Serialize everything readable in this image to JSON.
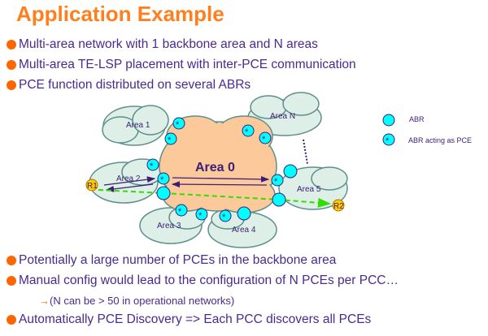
{
  "title": "Application Example",
  "top_bullets": [
    "Multi-area network with 1 backbone area and N areas",
    "Multi-area TE-LSP placement with inter-PCE communication",
    "PCE function distributed on several ABRs"
  ],
  "diagram": {
    "backbone": "Area 0",
    "areas": [
      "Area 1",
      "Area N",
      "Area 2",
      "Area 5",
      "Area 3",
      "Area 4"
    ],
    "routers": [
      "R1",
      "R2"
    ],
    "legend": {
      "abr": "ABR",
      "abr_pce": "ABR acting as PCE"
    },
    "abr_symbol": "*",
    "colors": {
      "abr": "#00ffff",
      "backbone": "#fcc99a",
      "area": "#ddefe6",
      "path": "#33dd00",
      "router": "#ffcc00"
    }
  },
  "bottom_bullets": [
    "Potentially a large number of PCEs in the backbone area",
    "Manual config would lead to the configuration of N PCEs per PCC…",
    "Automatically PCE Discovery => Each PCC discovers all PCEs"
  ],
  "sub_note": {
    "arrow": "→",
    "text": "(N can be > 50 in operational networks)"
  }
}
